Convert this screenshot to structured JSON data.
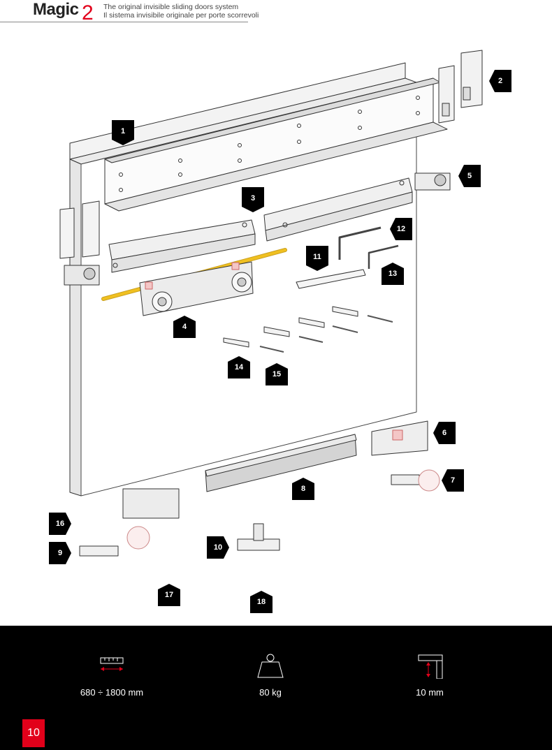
{
  "header": {
    "logo_text": "Magic",
    "logo_number": "2",
    "tagline_en": "The original invisible sliding doors system",
    "tagline_it": "Il sistema invisibile originale per porte scorrevoli"
  },
  "callouts": [
    "1",
    "2",
    "3",
    "4",
    "5",
    "6",
    "7",
    "8",
    "9",
    "10",
    "11",
    "12",
    "13",
    "14",
    "15",
    "16",
    "17",
    "18"
  ],
  "specs": [
    {
      "icon": "ruler-icon",
      "label": "680 ÷ 1800 mm"
    },
    {
      "icon": "weight-icon",
      "label": "80 kg"
    },
    {
      "icon": "thickness-icon",
      "label": "10 mm"
    }
  ],
  "colors": {
    "accent": "#e2001a",
    "footer": "#000000",
    "rod": "#f0c020"
  },
  "page_number": "10"
}
